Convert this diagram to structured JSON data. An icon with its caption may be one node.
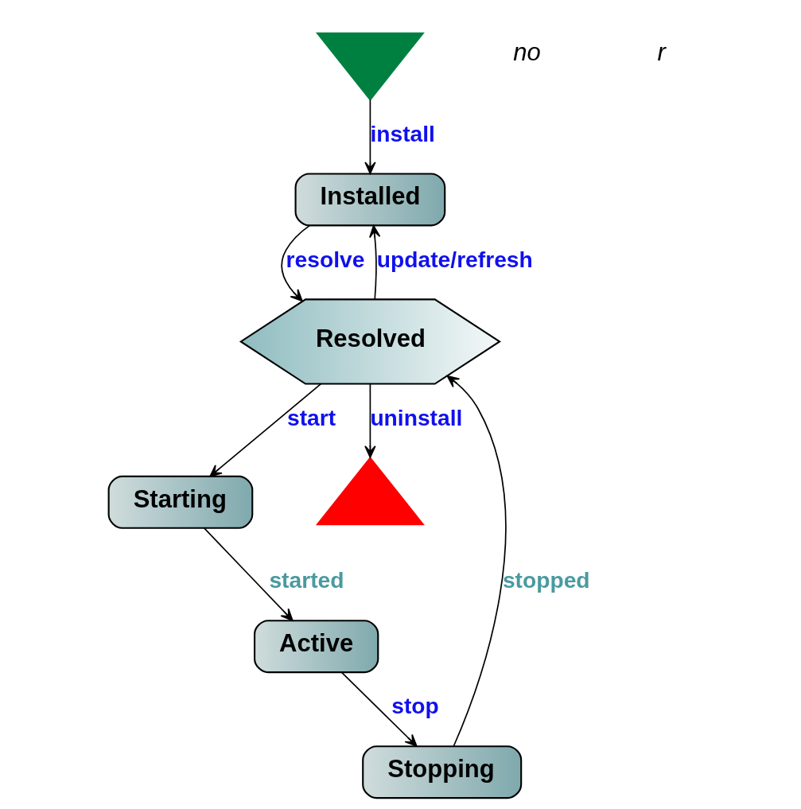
{
  "diagram": {
    "nodes": [
      {
        "text": [],
        "shape": "triangle"
      },
      {
        "text": [
          "Installed"
        ]
      },
      {
        "text": [
          "Resolved"
        ]
      },
      {
        "text": [
          "Starting"
        ]
      },
      {
        "text": [
          "Active"
        ]
      },
      {
        "text": [
          "Stopping"
        ]
      },
      {
        "text": [],
        "shape": "triangle"
      }
    ],
    "edges": [
      {
        "from": 0,
        "to": 1,
        "arrow": "to",
        "label": "install"
      },
      {
        "from": 1,
        "to": 2,
        "arrow": "to",
        "label": "resolve"
      },
      {
        "from": 2,
        "to": 1,
        "arrow": "to",
        "label": "update/refresh"
      },
      {
        "from": 2,
        "to": 3,
        "arrow": "to",
        "label": "start"
      },
      {
        "from": 3,
        "to": 4,
        "arrow": "to",
        "label": "started"
      },
      {
        "from": 4,
        "to": 5,
        "arrow": "to",
        "label": "stop"
      },
      {
        "from": 5,
        "to": 2,
        "arrow": "to",
        "label": "stopped"
      },
      {
        "from": 2,
        "to": 6,
        "arrow": "to",
        "label": "uninstall"
      }
    ],
    "labels": [
      "no",
      "r"
    ]
  }
}
